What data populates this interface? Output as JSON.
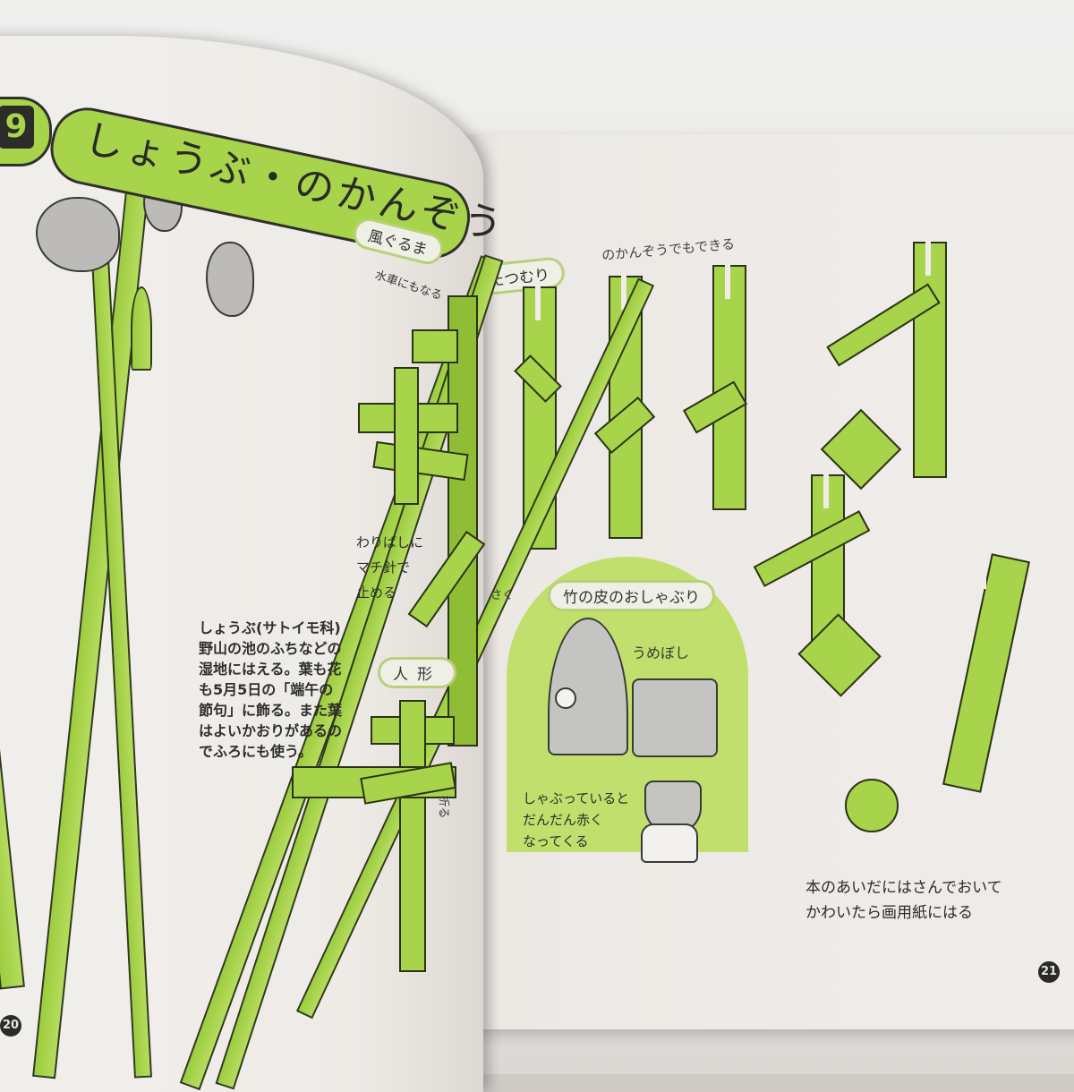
{
  "chapter": {
    "number": "9",
    "title": "しょうぶ・のかんぞう"
  },
  "left_page": {
    "page_number": "20",
    "description": {
      "lines": [
        "しょうぶ(サトイモ科)",
        "野山の池のふちなどの",
        "湿地にはえる。葉も花",
        "も5月5日の「端午の",
        "節句」に飾る。また葉",
        "はよいかおりがあるの",
        "でふろにも使う。"
      ]
    },
    "sections": {
      "kazaguruma": {
        "label": "風ぐるま",
        "note": "水車にもなる",
        "pin_note_lines": [
          "わりばしに",
          "マチ針で",
          "止める"
        ],
        "pierce_label": "さく"
      },
      "ningyo": {
        "label": "人形",
        "fold_label": "折る"
      }
    }
  },
  "right_page": {
    "page_number": "21",
    "sections": {
      "katatsumuri": {
        "label": "かたつむり",
        "note": "のかんぞうでもできる"
      },
      "oshaburi": {
        "label": "竹の皮のおしゃぶり",
        "umeboshi_label": "うめぼし",
        "note_lines": [
          "しゃぶっていると",
          "だんだん赤く",
          "なってくる"
        ]
      }
    },
    "footer_note_lines": [
      "本のあいだにはさんでおいて",
      "かわいたら画用紙にはる"
    ]
  },
  "colors": {
    "leaf_green": "#a7d44a",
    "bubble_green": "#c0df6c",
    "ink": "#2a2a26",
    "paper": "#eeebe7"
  }
}
